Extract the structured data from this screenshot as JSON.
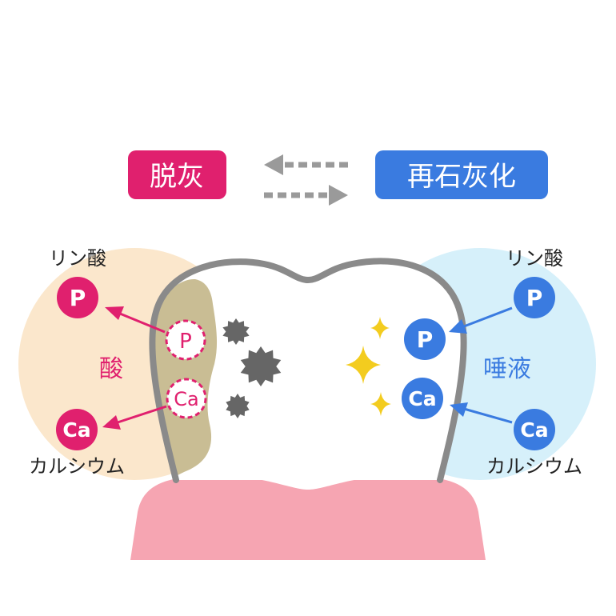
{
  "titles": {
    "demineralization": "脱灰",
    "remineralization": "再石灰化"
  },
  "left": {
    "phosphate_label": "リン酸",
    "acid_label": "酸",
    "calcium_label": "カルシウム",
    "phosphorus_symbol": "P",
    "calcium_symbol": "Ca"
  },
  "right": {
    "phosphate_label": "リン酸",
    "saliva_label": "唾液",
    "calcium_label": "カルシウム",
    "phosphorus_symbol": "P",
    "calcium_symbol": "Ca"
  },
  "colors": {
    "demineral": "#e0206e",
    "remineral": "#3a7be0",
    "acid_bg": "#fbe7cc",
    "saliva_bg": "#d6f0fa",
    "decay": "#c9bd94",
    "gum": "#f6a5b2",
    "tooth_outline": "#8a8a8a",
    "sparkle": "#f3cc1f",
    "damage": "#666666",
    "arrow": "#9a9a9a"
  }
}
